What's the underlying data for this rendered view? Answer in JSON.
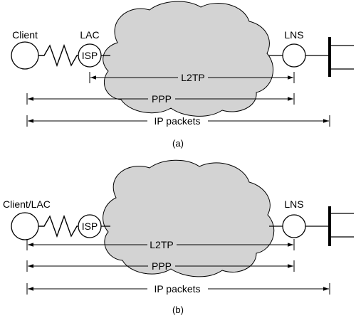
{
  "panel_a": {
    "client_label": "Client",
    "lac_label": "LAC",
    "isp_label": "ISP",
    "lns_label": "LNS",
    "span_l2tp": "L2TP",
    "span_ppp": "PPP",
    "span_ip": "IP packets",
    "caption": "(a)"
  },
  "panel_b": {
    "client_label": "Client/LAC",
    "isp_label": "ISP",
    "lns_label": "LNS",
    "span_l2tp": "L2TP",
    "span_ppp": "PPP",
    "span_ip": "IP packets",
    "caption": "(b)"
  },
  "colors": {
    "cloud_fill": "#d3d3d3",
    "stroke": "#000000"
  }
}
